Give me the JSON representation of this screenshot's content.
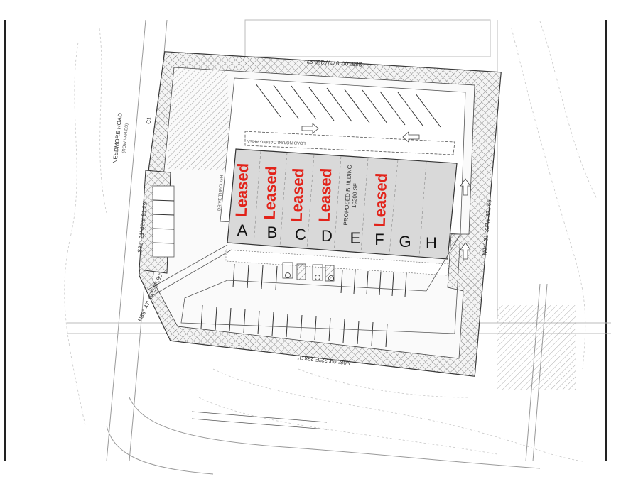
{
  "colors": {
    "leased": "#e2231a",
    "building_fill": "#d9d9d9",
    "line": "#555555",
    "hatch": "#777777"
  },
  "units": [
    {
      "letter": "A",
      "leased": true
    },
    {
      "letter": "B",
      "leased": true
    },
    {
      "letter": "C",
      "leased": true
    },
    {
      "letter": "D",
      "leased": true
    },
    {
      "letter": "E",
      "leased": false
    },
    {
      "letter": "F",
      "leased": true
    },
    {
      "letter": "G",
      "leased": false
    },
    {
      "letter": "H",
      "leased": false
    }
  ],
  "leased_label": "Leased",
  "building": {
    "line1": "PROPOSED BUILDING",
    "line2": "10200 SF"
  },
  "labels": {
    "loading_area": "LOADING/UNLOADING AREA",
    "drive_through": "DRIVE THROUGH",
    "road": "NEEDMORE ROAD",
    "row": "(ROW VARIES)",
    "curve": "C1"
  },
  "bearings": {
    "north": "S85° 00' 07\"W 258.92'",
    "east": "N04° 31' 32\"W 331.65'",
    "south": "N08° 09' 32\"E 238.31'",
    "west": "S81° 21' 42\"E 81.29'",
    "southwest": "N88° 47' 18\"E 56.90'"
  }
}
